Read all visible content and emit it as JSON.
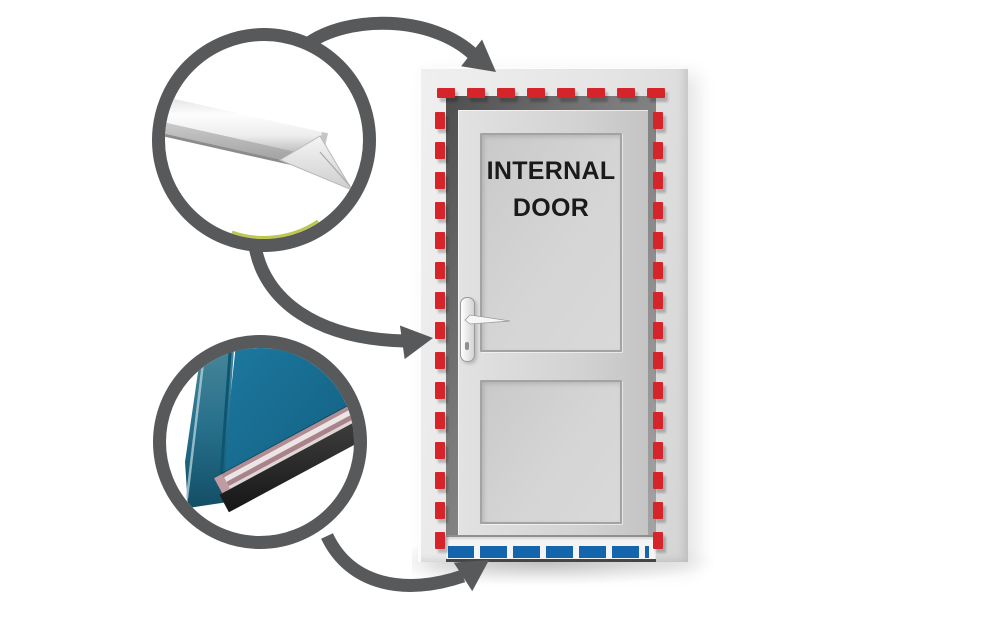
{
  "door": {
    "label_line1": "INTERNAL",
    "label_line2": "DOOR"
  },
  "colors": {
    "perimeter_seal_red": "#d5252b",
    "bottom_seal_blue": "#1565ad",
    "arrow_gray": "#58595b",
    "circle_ring_gray": "#58595b",
    "inset_door_teal": "#1b7398",
    "door_label_black": "#1a1a1a"
  },
  "perimeter_seal": {
    "top_dash_count": 8,
    "left_dash_count": 15,
    "right_dash_count": 15
  },
  "bottom_seal": {
    "dash_widths": [
      26,
      27,
      27,
      27,
      27,
      27,
      4
    ]
  },
  "insets": [
    {
      "icon": "aluminium-frame-seal-photo",
      "position": "top-left"
    },
    {
      "icon": "door-bottom-brush-seal-photo",
      "position": "middle-left"
    }
  ],
  "arrow_icons": [
    "curved-arrow-top",
    "curved-arrow-middle",
    "curved-arrow-bottom"
  ]
}
